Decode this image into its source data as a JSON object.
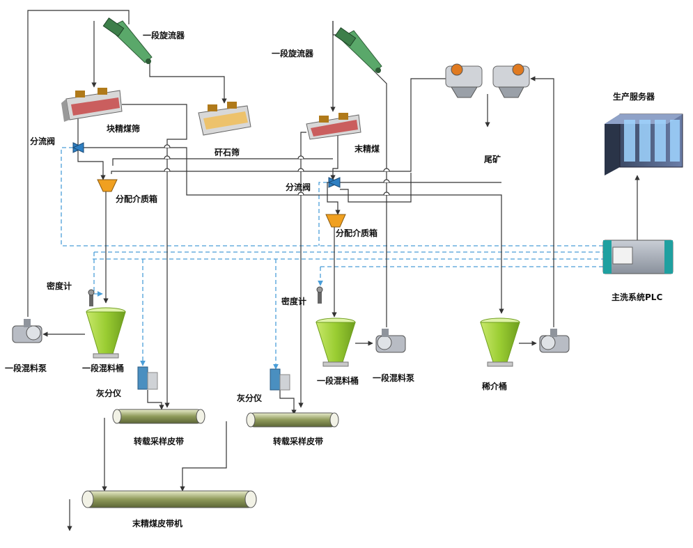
{
  "labels": {
    "cyclone_left": "一段旋流器",
    "cyclone_right": "一段旋流器",
    "lump_screen": "块精煤筛",
    "gangue_screen": "矸石筛",
    "fine_coal": "末精煤",
    "tailings": "尾矿",
    "server": "生产服务器",
    "plc": "主洗系统PLC",
    "splitter_left": "分流阀",
    "splitter_right": "分流阀",
    "dist_box_left": "分配介质箱",
    "dist_box_right": "分配介质箱",
    "densimeter_left": "密度计",
    "densimeter_right": "密度计",
    "pump_left": "一段混料泵",
    "tank_left": "一段混料桶",
    "tank_mid": "一段混料桶",
    "pump_mid": "一段混料泵",
    "dilute_tank": "稀介桶",
    "ash_left": "灰分仪",
    "ash_right": "灰分仪",
    "belt_left": "转载采样皮带",
    "belt_right": "转载采样皮带",
    "main_belt": "末精煤皮带机"
  },
  "colors": {
    "signal_line": "#4a9ed8",
    "process_line": "#333333",
    "tank_green": "#9acd32",
    "valve_blue": "#2e7fc2",
    "box_orange": "#f0a020"
  }
}
